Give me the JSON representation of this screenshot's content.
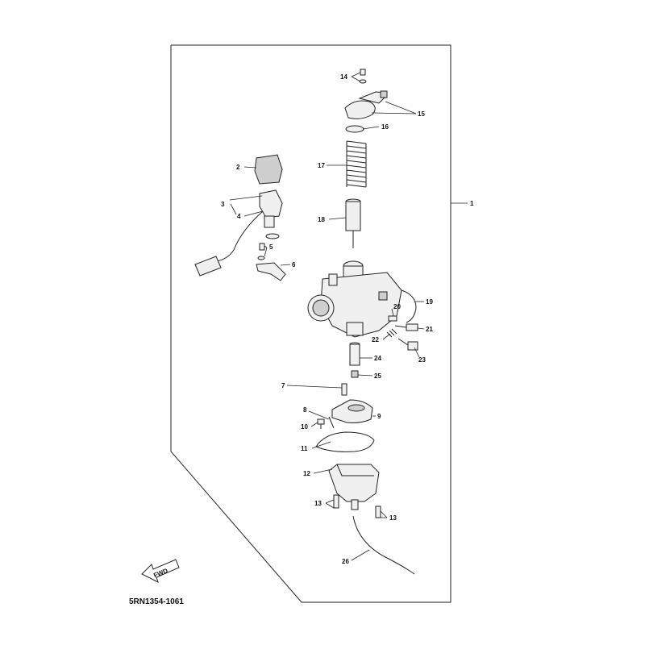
{
  "diagram": {
    "code": "5RN1354-1061",
    "fwd_label": "FWD",
    "callouts": {
      "c1": "1",
      "c2": "2",
      "c3": "3",
      "c4": "4",
      "c5": "5",
      "c6": "6",
      "c7": "7",
      "c8": "8",
      "c9": "9",
      "c10": "10",
      "c11": "11",
      "c12": "12",
      "c13a": "13",
      "c13b": "13",
      "c14": "14",
      "c15": "15",
      "c16": "16",
      "c17": "17",
      "c18": "18",
      "c19": "19",
      "c20": "20",
      "c21": "21",
      "c22": "22",
      "c23": "23",
      "c24": "24",
      "c25": "25",
      "c26": "26"
    }
  }
}
